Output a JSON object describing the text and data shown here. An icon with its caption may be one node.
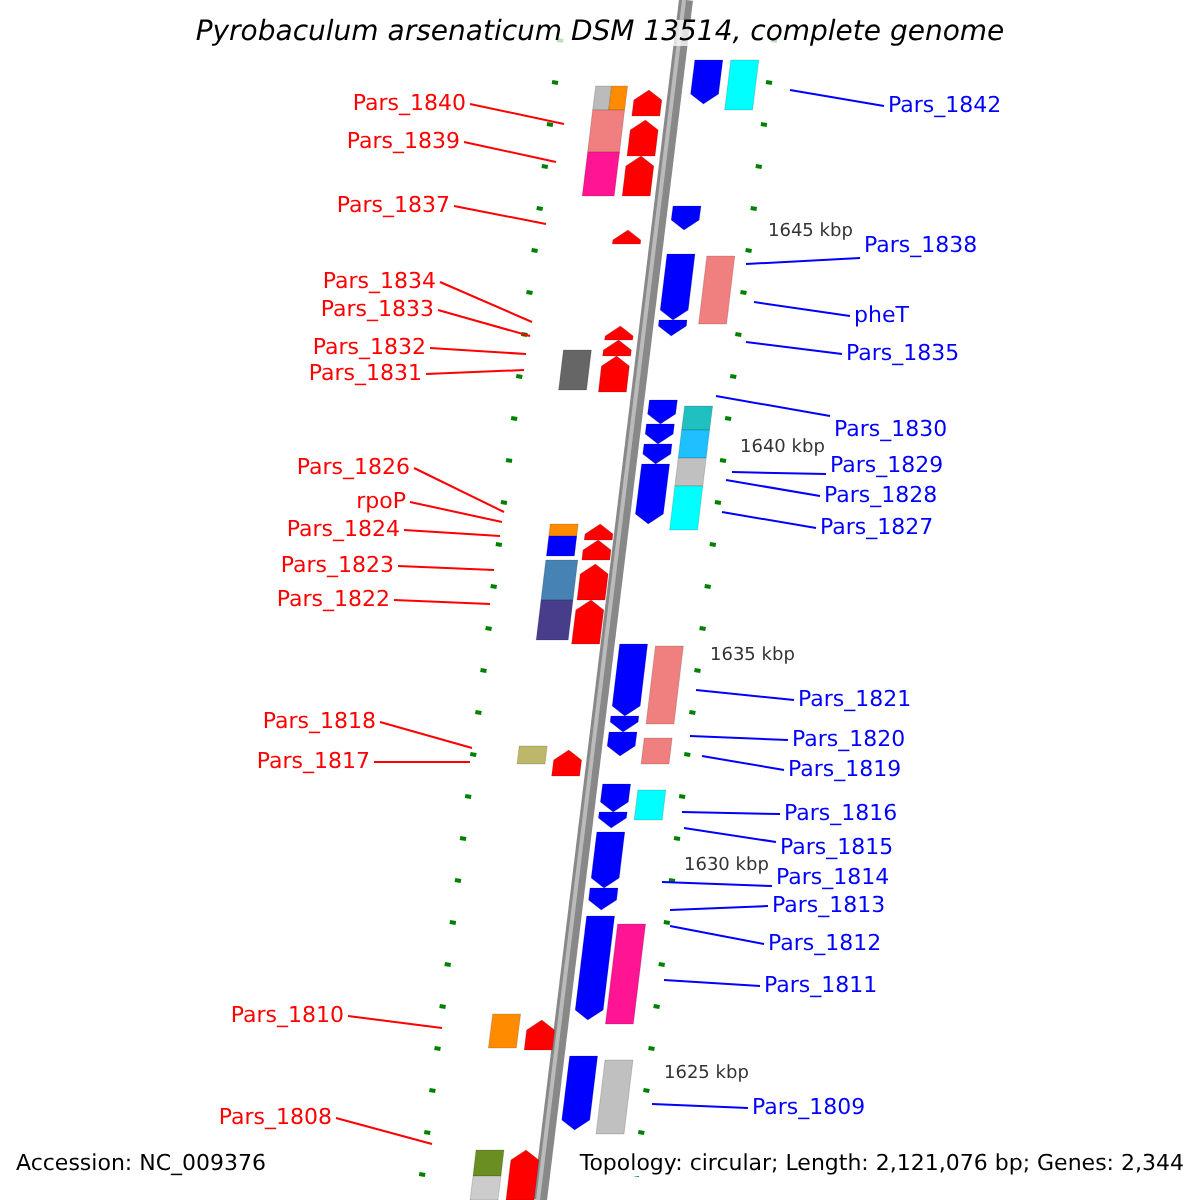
{
  "diagram": {
    "title": "Pyrobaculum arsenaticum DSM 13514, complete genome",
    "nodes": [
      {
        "text": [
          "Pars_1840"
        ]
      },
      {
        "text": [
          "Pars_1842"
        ]
      },
      {
        "text": [
          "Pars_1839"
        ]
      },
      {
        "text": [
          "Pars_1837"
        ]
      },
      {
        "text": [
          "Pars_1838"
        ]
      },
      {
        "text": [
          "Pars_1834"
        ]
      },
      {
        "text": [
          "Pars_1833"
        ]
      },
      {
        "text": [
          "pheT"
        ]
      },
      {
        "text": [
          "Pars_1832"
        ]
      },
      {
        "text": [
          "Pars_1835"
        ]
      },
      {
        "text": [
          "Pars_1831"
        ]
      },
      {
        "text": [
          "Pars_1830"
        ]
      },
      {
        "text": [
          "Pars_1829"
        ]
      },
      {
        "text": [
          "Pars_1826"
        ]
      },
      {
        "text": [
          "Pars_1828"
        ]
      },
      {
        "text": [
          "rpoP"
        ]
      },
      {
        "text": [
          "Pars_1827"
        ]
      },
      {
        "text": [
          "Pars_1824"
        ]
      },
      {
        "text": [
          "Pars_1823"
        ]
      },
      {
        "text": [
          "Pars_1822"
        ]
      },
      {
        "text": [
          "Pars_1821"
        ]
      },
      {
        "text": [
          "Pars_1818"
        ]
      },
      {
        "text": [
          "Pars_1820"
        ]
      },
      {
        "text": [
          "Pars_1817"
        ]
      },
      {
        "text": [
          "Pars_1819"
        ]
      },
      {
        "text": [
          "Pars_1816"
        ]
      },
      {
        "text": [
          "Pars_1815"
        ]
      },
      {
        "text": [
          "Pars_1814"
        ]
      },
      {
        "text": [
          "Pars_1813"
        ]
      },
      {
        "text": [
          "Pars_1812"
        ]
      },
      {
        "text": [
          "Pars_1811"
        ]
      },
      {
        "text": [
          "Pars_1810"
        ]
      },
      {
        "text": [
          "Pars_1809"
        ]
      },
      {
        "text": [
          "Pars_1808"
        ]
      }
    ],
    "edges": [
      {
        "from": 0,
        "to": null,
        "arrow": "none",
        "color": "#ff0000"
      },
      {
        "from": 1,
        "to": null,
        "arrow": "none"
      },
      {
        "from": 2,
        "to": null,
        "arrow": "none",
        "color": "#ff0000"
      },
      {
        "from": 3,
        "to": null,
        "arrow": "none",
        "color": "#ff0000"
      },
      {
        "from": 4,
        "to": null,
        "arrow": "none"
      },
      {
        "from": 5,
        "to": null,
        "arrow": "none",
        "color": "#ff0000"
      },
      {
        "from": 6,
        "to": null,
        "arrow": "none",
        "color": "#ff0000"
      },
      {
        "from": 7,
        "to": null,
        "arrow": "none"
      },
      {
        "from": 8,
        "to": null,
        "arrow": "none",
        "color": "#ff0000"
      },
      {
        "from": 9,
        "to": null,
        "arrow": "none"
      },
      {
        "from": 10,
        "to": null,
        "arrow": "none",
        "color": "#ff0000"
      },
      {
        "from": 11,
        "to": null,
        "arrow": "none"
      },
      {
        "from": 12,
        "to": null,
        "arrow": "none"
      },
      {
        "from": 13,
        "to": null,
        "arrow": "none",
        "color": "#ff0000"
      },
      {
        "from": 14,
        "to": null,
        "arrow": "none"
      },
      {
        "from": 15,
        "to": null,
        "arrow": "none",
        "color": "#ff0000"
      },
      {
        "from": 16,
        "to": null,
        "arrow": "none"
      },
      {
        "from": 17,
        "to": null,
        "arrow": "none",
        "color": "#ff0000"
      },
      {
        "from": 18,
        "to": null,
        "arrow": "none",
        "color": "#ff0000"
      },
      {
        "from": 19,
        "to": null,
        "arrow": "none",
        "color": "#ff0000"
      },
      {
        "from": 20,
        "to": null,
        "arrow": "none"
      },
      {
        "from": 21,
        "to": null,
        "arrow": "none",
        "color": "#ff0000"
      },
      {
        "from": 22,
        "to": null,
        "arrow": "none"
      },
      {
        "from": 23,
        "to": null,
        "arrow": "none",
        "color": "#ff0000"
      },
      {
        "from": 24,
        "to": null,
        "arrow": "none"
      },
      {
        "from": 25,
        "to": null,
        "arrow": "none"
      },
      {
        "from": 26,
        "to": null,
        "arrow": "none"
      },
      {
        "from": 27,
        "to": null,
        "arrow": "none"
      },
      {
        "from": 28,
        "to": null,
        "arrow": "none"
      },
      {
        "from": 29,
        "to": null,
        "arrow": "none"
      },
      {
        "from": 30,
        "to": null,
        "arrow": "none"
      },
      {
        "from": 31,
        "to": null,
        "arrow": "none",
        "color": "#ff0000"
      },
      {
        "from": 32,
        "to": null,
        "arrow": "none"
      },
      {
        "from": 33,
        "to": null,
        "arrow": "none",
        "color": "#ff0000"
      }
    ],
    "labels": [
      "1645 kbp",
      "1640 kbp",
      "1635 kbp",
      "1630 kbp",
      "1625 kbp",
      "Accession: NC_009376",
      "Topology: circular; Length: 2,121,076 bp; Genes: 2,344"
    ]
  }
}
